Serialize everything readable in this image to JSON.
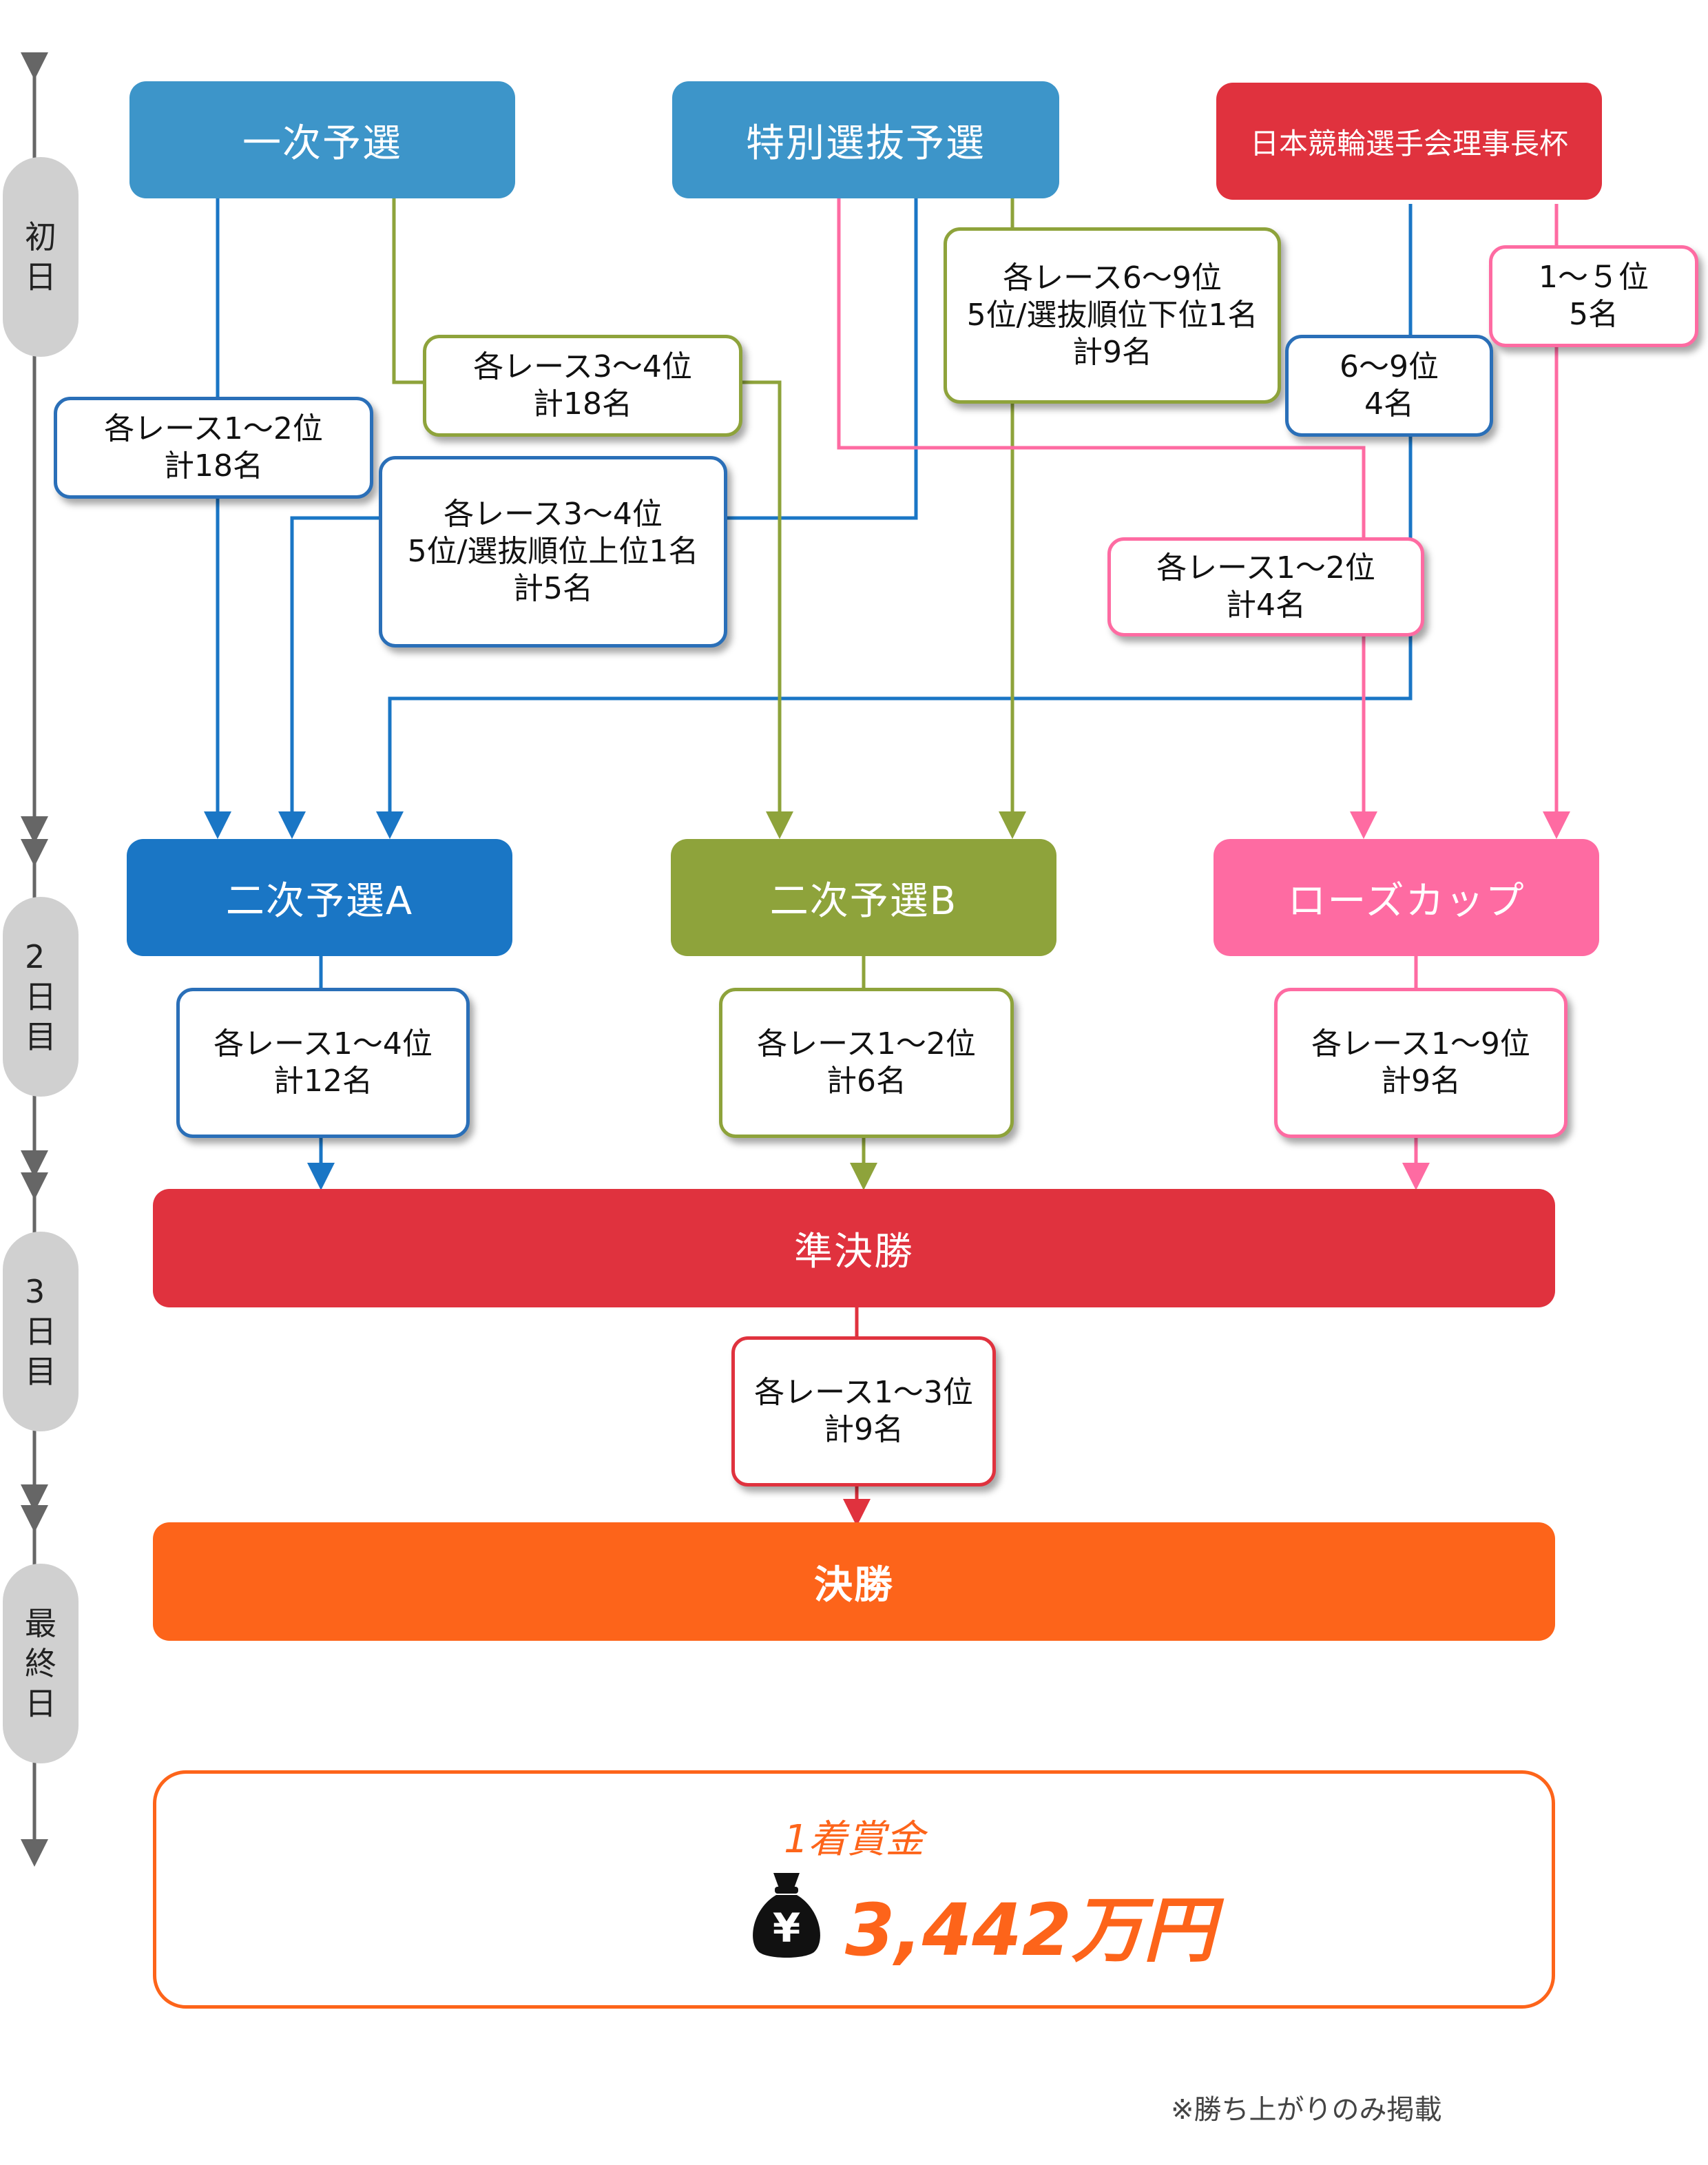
{
  "colors": {
    "blue": "#3d95c9",
    "dark_blue": "#1a76c5",
    "green": "#8ea33b",
    "pink": "#fe6ba2",
    "red": "#e0323e",
    "orange": "#fd641a",
    "timeline_gray": "#d0d0d0"
  },
  "days": [
    {
      "label": "初\n日"
    },
    {
      "label": "2\n日\n目"
    },
    {
      "label": "3\n日\n目"
    },
    {
      "label": "最\n終\n日"
    }
  ],
  "nodes": {
    "ichiji": "一次予選",
    "tokubetsu": "特別選抜予選",
    "rijicho": "日本競輪選手会理事長杯",
    "niji_a": "二次予選A",
    "niji_b": "二次予選B",
    "rose": "ローズカップ",
    "semi": "準決勝",
    "final": "決勝"
  },
  "labels": {
    "l1": [
      "各レース1〜2位",
      "計18名"
    ],
    "l2": [
      "各レース3〜4位",
      "計18名"
    ],
    "l3": [
      "各レース3〜4位",
      "5位/選抜順位上位1名",
      "計5名"
    ],
    "l4": [
      "各レース6〜9位",
      "5位/選抜順位下位1名",
      "計9名"
    ],
    "l5": [
      "6〜9位",
      "4名"
    ],
    "l6": [
      "1〜５位",
      "5名"
    ],
    "l7": [
      "各レース1〜2位",
      "計4名"
    ],
    "l8": [
      "各レース1〜4位",
      "計12名"
    ],
    "l9": [
      "各レース1〜2位",
      "計6名"
    ],
    "l10": [
      "各レース1〜9位",
      "計9名"
    ],
    "l11": [
      "各レース1〜3位",
      "計9名"
    ]
  },
  "prize": {
    "label": "1着賞金",
    "amount": "3,442万円",
    "icon": "money-bag-yen-icon",
    "icon_symbol": "¥"
  },
  "footnote": "※勝ち上がりのみ掲載"
}
